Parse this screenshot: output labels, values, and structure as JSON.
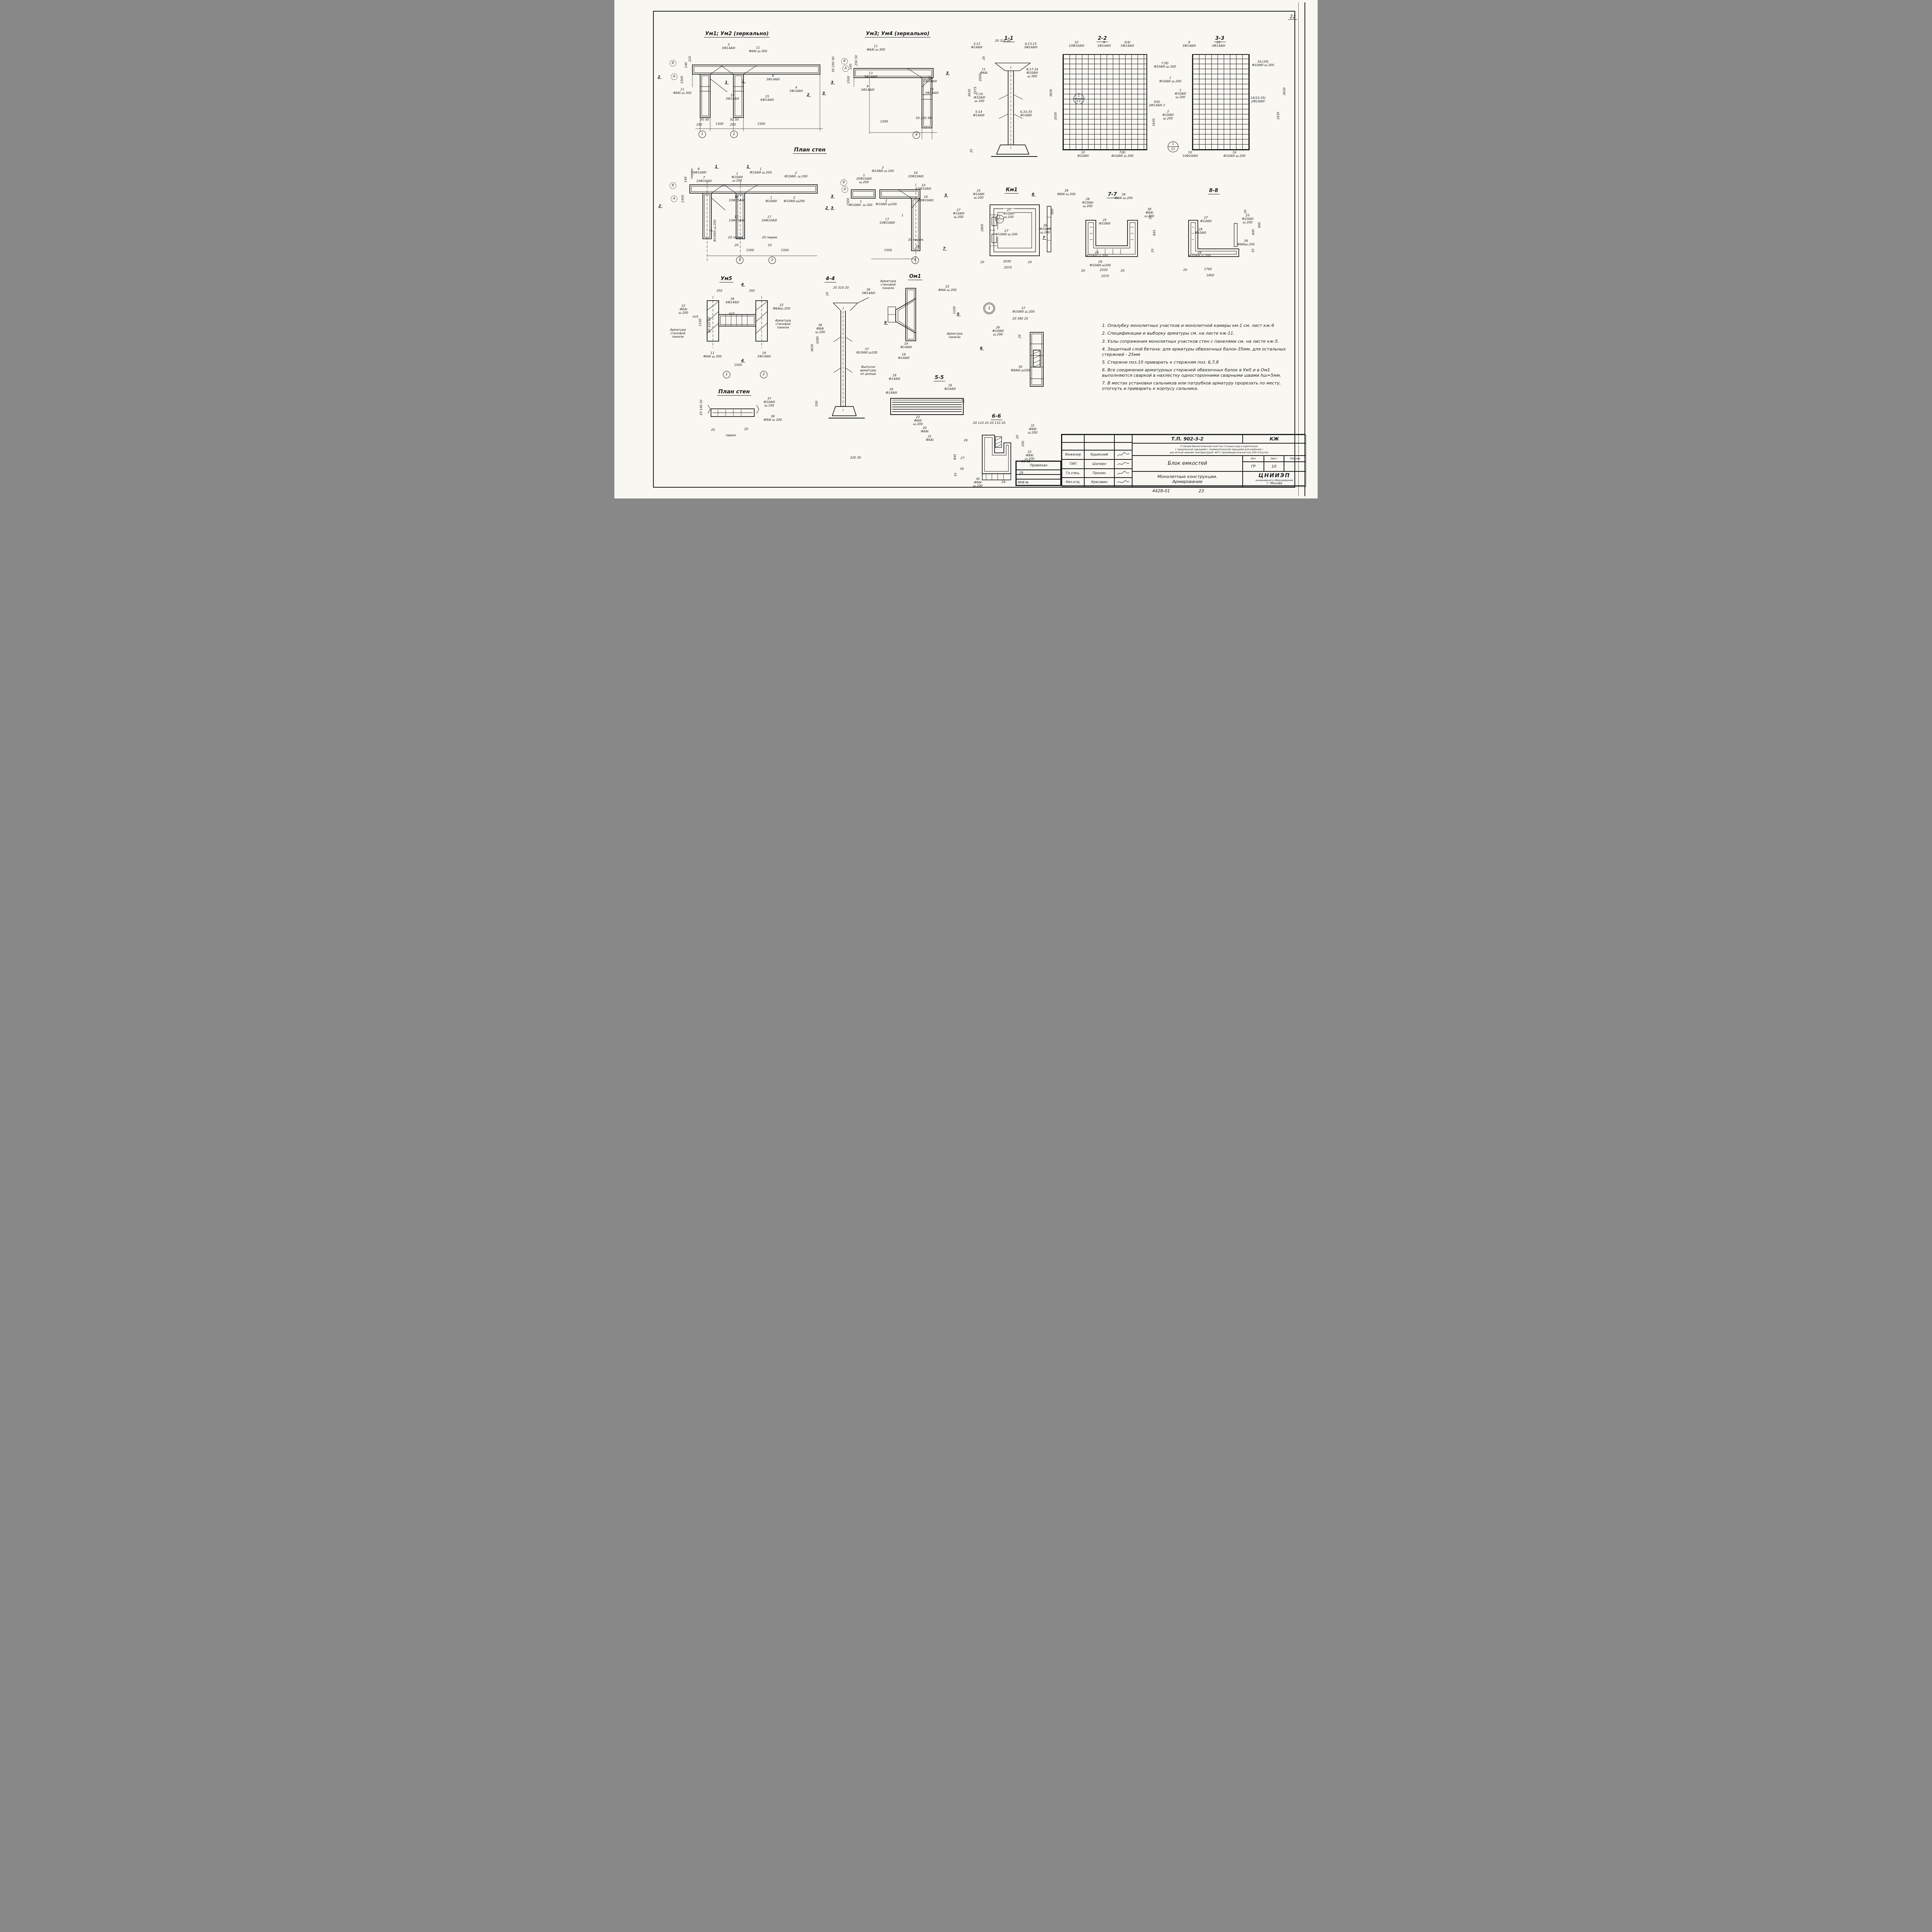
{
  "page": {
    "number": "22",
    "note": "4428-01",
    "note2": "23"
  },
  "u12": {
    "t": "Ум1; Ум2 (зеркально)",
    "c": [
      "3\n3Ф14АIII",
      "11\nФ6АI ш.300",
      "9\n3Ф14АIII",
      "4\n3Ф14АIII",
      "15\n3Ф14АIII",
      "15\n6Ф14АIII",
      "11\nФ6АI ш.300"
    ],
    "d": [
      "210",
      "140",
      "1500",
      "50 250 50",
      "50  50",
      "250",
      "1500",
      "50  50",
      "250",
      "1500"
    ],
    "a": [
      "1",
      "2"
    ],
    "b": [
      "В",
      "А"
    ],
    "m": [
      "2",
      "2",
      "3",
      "1",
      "1"
    ]
  },
  "u34": {
    "t": "Ум3; Ум4 (зеркально)",
    "c": [
      "11\nФ6АI ш.300",
      "13\n3Ф14АIII",
      "9\n3Ф14АIII",
      "12\n3Ф14АIII",
      "15\n3Ф14АIII"
    ],
    "d": [
      "250 50",
      "140",
      "1500",
      "1500",
      "50 250 50"
    ],
    "a": [
      "4"
    ],
    "b": [
      "В",
      "А"
    ],
    "m": [
      "3",
      "3"
    ]
  },
  "s11": {
    "t": "1-1",
    "c": [
      "3;12\nФ14АIII",
      "4;13;15\n3Ф14АIII",
      "11\nФ6АI",
      "8;17;34\nФ10АIII\nш.300",
      "7;16\nФ10АIII\nш.300",
      "5;14\nФ14АIII",
      "6,33;35\nФ14АIII"
    ],
    "d": [
      "20 310 20",
      "20",
      "2000",
      "3575",
      "3630",
      "35",
      "3630",
      "1630"
    ],
    "circ": [
      "1",
      "11"
    ]
  },
  "s22": {
    "t": "2-2",
    "c": [
      "10\n10Ф10АIII",
      "9\n3Ф14АIII",
      "3(4)\n3Ф14АIII",
      "7;(8)\nФ10АIII ш.300",
      "1\nФ10АIII ш.200",
      "1\nФ10АIII\nш.200",
      "5(6)\n2Ф14АIII 2",
      "2\nФ10АIII\nш.200",
      "10\nФ10АIII",
      "7(8)\nФ10АIII ш.300"
    ],
    "d": [
      "1630"
    ],
    "circ": [
      "1",
      "11"
    ]
  },
  "s33": {
    "t": "3-3",
    "c": [
      "9\n3Ф14АIII",
      "12\n3Ф14АIII",
      "16;(34)\nФ10АIII ш.300",
      "14(33,35)\n2Ф10АIII",
      "10\n10Ф10АIII",
      "16\nФ10АIII ш.200"
    ],
    "d": [
      "3630",
      "1630"
    ]
  },
  "ps1": {
    "t": "План стен"
  },
  "p1": {
    "c": [
      "8\n10Ф10АIII",
      "7\n10Ф10АIII",
      "1\nФ10АIII\nш.200",
      "1\nФ10АIII ш.200",
      "2\nФ10АIII. ш.200",
      "10\n10Ф10АIII",
      "1\nФ10АIII",
      "2\nФ10АIII.ш200",
      "17\n10Ф10АIII",
      "17\n20Ф10АIII",
      "2\nФ10АIII ш.200"
    ],
    "d": [
      "140",
      "перем.",
      "1500",
      "20 перем.",
      "20",
      "1500",
      "20 перем.",
      "20",
      "1500"
    ],
    "a": [
      "1",
      "2"
    ],
    "b": [
      "В",
      "А"
    ],
    "m": [
      "2",
      "1",
      "1",
      "2",
      "3"
    ]
  },
  "p2": {
    "c": [
      "2\nФ10АIII ш.200",
      "1\n20Ф10АIII\nш.200",
      "34\n10Ф10АIII",
      "10\n10Ф10АIII",
      "16\n10Ф10АIII",
      "1\nФ10АIII. ш.200",
      "2\nФ10АIII ш200",
      "1",
      "17\n10Ф10АIII"
    ],
    "d": [
      "1500",
      "1500",
      "20 перем.",
      "20"
    ],
    "a": [
      "4"
    ],
    "b": [
      "В",
      "А"
    ],
    "m": [
      "3",
      "3",
      "7"
    ]
  },
  "km": {
    "t": "Км1",
    "c": [
      "25\nФ10АIII\nш.200",
      "27\nФ10АIII\nш.200",
      "27\nФ10АIII\nш.200",
      "27\nФ10АIII ш.200",
      "26\nФ10АIII\nш.200",
      "39\nФ8АI ш.200"
    ],
    "d": [
      "20",
      "2030",
      "20",
      "2070",
      "900",
      "1800"
    ],
    "circ": [
      "1",
      "–"
    ],
    "m": [
      "8",
      "7"
    ]
  },
  "s77": {
    "t": "7-7",
    "c": [
      "28\nФ10АIII\nш.200",
      "39\nФ8АI ш.200",
      "25\nФ10АIII",
      "39\nФ8АI\nш.200",
      "26\nФ10АIII ш.200",
      "29\nФ10АIII.ш200"
    ],
    "d": [
      "20",
      "845",
      "35",
      "20",
      "2030",
      "20",
      "2070"
    ]
  },
  "s88": {
    "t": "8-8",
    "c": [
      "27\nФ10АIII",
      "29\nФ10АIII",
      "26\nФ10АIII.ш.200",
      "25\nФ10АIII\nш.200",
      "39\nФ8АIш.200"
    ],
    "d": [
      "20",
      "1760",
      "1800",
      "845",
      "900",
      "35",
      "20"
    ]
  },
  "u5": {
    "t": "Ум5",
    "c": [
      "22\nФ6АI\nш.200",
      "36\n6Ф14АIII",
      "по5",
      "по5",
      "22\nФ6АIш.200",
      "Арматура\nстеновой\nпанели",
      "Арматура\nстеновой\nпанели",
      "11\nФ6АI ш.300",
      "18\n3Ф14АIII"
    ],
    "d": [
      "350",
      "350",
      "1100",
      "20 310 20",
      "1500"
    ],
    "a": [
      "1",
      "2"
    ],
    "m": [
      "4",
      "4"
    ]
  },
  "ps2": {
    "t": "План стен",
    "c": [
      "37\nФ10АIII\nш.100",
      "38\nФ8АI ш 200"
    ],
    "d": [
      "20 140 20",
      "20",
      "20",
      "перем."
    ]
  },
  "s44": {
    "t": "4-4",
    "c": [
      "36\n3Ф14АIII",
      "Арматура\nстеновой\nпанели",
      "38\nФ8АI\nш.200",
      "37\nФ10АIII ш100",
      "Выпуски\nарматуры\nиз днища",
      "18\nФ14АIII",
      "19\nФ14АIII",
      "18\nФ14АIII"
    ],
    "d": [
      "20 310 20",
      "20",
      "3830",
      "3280",
      "550",
      "320  30"
    ],
    "m": [
      "5"
    ]
  },
  "om": {
    "t": "Ом1",
    "c": [
      "22\nФ6АI ш.200",
      "Арматура\nпанели",
      "26\nФ10АIII\nш.200",
      "27\nФ10АIII ш.200",
      "30\nФ8АIII.ш200"
    ],
    "d": [
      "1100",
      "20  380  20",
      "20"
    ],
    "circ": [
      "1"
    ],
    "m": [
      "5",
      "6"
    ]
  },
  "s55": {
    "t": "5-5",
    "c": [
      "19\nФ14АIII",
      "18\nФ14АIII",
      "22\nФ6АI\nш.200",
      "20\nФ6АI",
      "21\nФ6АI"
    ],
    "d": [
      "20"
    ]
  },
  "s66": {
    "t": "6-6",
    "c": [
      "31\nФ8АI\nш.200",
      "26",
      "27",
      "39",
      "32\nФ8АI\nш.200",
      "29",
      "30\nФ8АI\nш.200",
      "26"
    ],
    "d": [
      "20 110 20 20 110 20",
      "845",
      "35",
      "20",
      "250",
      "20  30"
    ]
  },
  "notes": {
    "items": [
      "1. Опалубку монолитных участков и монолитной камеры км-1 см. лист кж-9",
      "2. Спецификации и выборку арматуры см. на листе кж-11.",
      "3. Узлы сопряжения монолитных участков стен с панелями см. на листе кж-5.",
      "4. Защитный слой бетона: для арматуры обвязочных балок-35мм, для остальных стержней - 25мм",
      "5. Стержни поз.10 приварить к стержням поз. 6,7,8",
      "6. Все соединения арматурных стержней обвязочных балок в Ум5 и в Ом1 выполняются сваркой в нахлестку односторонними сварными швами hш=5мм.",
      "7. В местах установки сальников или патрубков арматуру прорезать по месту, отогнуть и приварить к корпусу сальника."
    ]
  },
  "tb": {
    "stamp": "Привязан",
    "inv": "ИНВ №",
    "code": "Т.П. 902-3-2",
    "mark": "КЖ",
    "proj1": "Станция биологической очистки сточных вод в аэротенках",
    "proj2": "с продленной аэрацией с пневматической аэрацией для районов с",
    "proj3": "расчетной зимней температурой -40°С производительностью 200 м³/сутки",
    "object": "Блок емкостей",
    "content1": "Монолитные конструкции.",
    "content2": "Армирование",
    "lit": "Лит",
    "list": "Лист",
    "listov": "Листов",
    "lit_v": "ГР",
    "list_v": "10",
    "org1": "ЦНИИЭП",
    "org2": "инженерного оборудования",
    "org3": "г. Москва",
    "r1": "Инженер",
    "n1": "Крымский",
    "r2": "ГИП",
    "n2": "Шапиро",
    "r3": "Гл.спец.",
    "n3": "Пронин",
    "r4": "Нач.отд.",
    "n4": "Красавин"
  }
}
